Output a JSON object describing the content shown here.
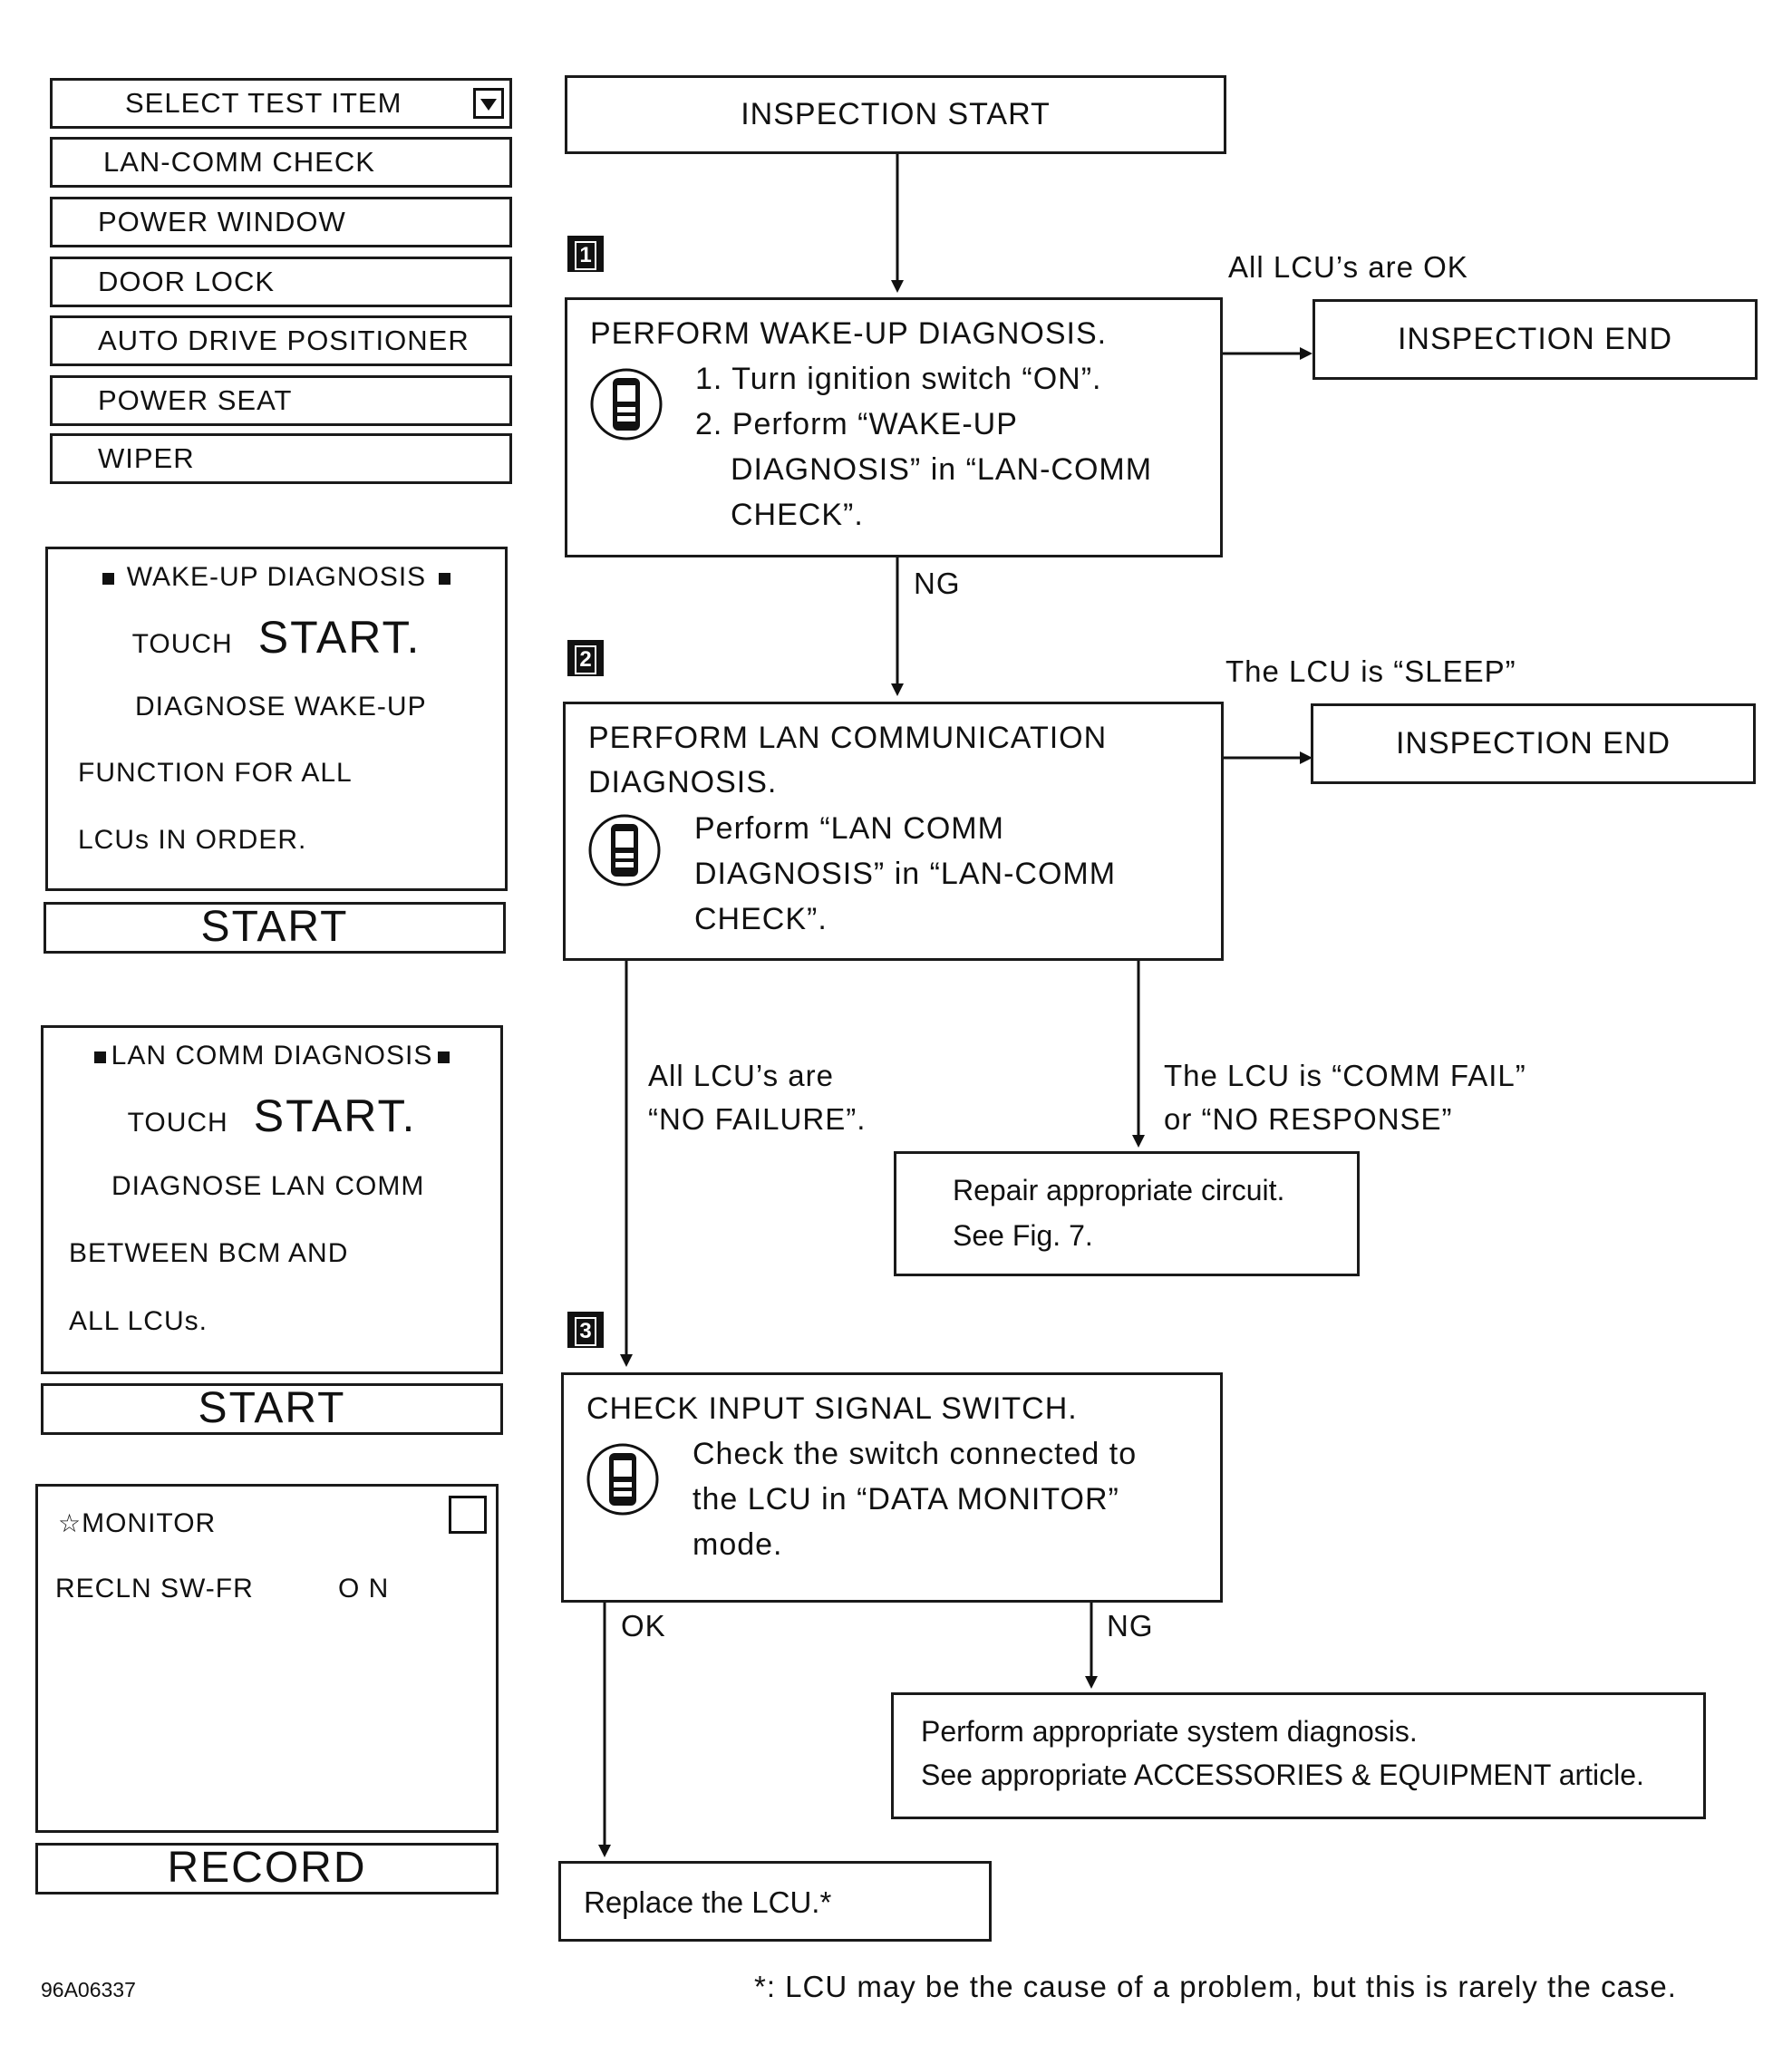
{
  "test_menu": {
    "header": "SELECT TEST ITEM",
    "items": [
      "LAN-COMM CHECK",
      "POWER WINDOW",
      "DOOR LOCK",
      "AUTO DRIVE POSITIONER",
      "POWER SEAT",
      "WIPER"
    ]
  },
  "wake_screen": {
    "title": "WAKE-UP DIAGNOSIS",
    "touch": "TOUCH",
    "start_word": "START.",
    "lines": [
      "DIAGNOSE WAKE-UP",
      "FUNCTION FOR ALL",
      "LCUs IN ORDER."
    ],
    "button": "START"
  },
  "lan_screen": {
    "title": "LAN COMM DIAGNOSIS",
    "touch": "TOUCH",
    "start_word": "START.",
    "lines": [
      "DIAGNOSE LAN COMM",
      "BETWEEN BCM AND",
      "ALL LCUs."
    ],
    "button": "START"
  },
  "monitor_screen": {
    "title": "MONITOR",
    "item": "RECLN SW-FR",
    "value": "O N",
    "button": "RECORD"
  },
  "flow": {
    "start": "INSPECTION START",
    "step1": {
      "num": "1",
      "title": "PERFORM WAKE-UP DIAGNOSIS.",
      "lines": [
        "1. Turn ignition switch “ON”.",
        "2. Perform “WAKE-UP",
        "DIAGNOSIS” in “LAN-COMM",
        "CHECK”."
      ]
    },
    "step1_ok_label": "All LCU’s are OK",
    "end1": "INSPECTION END",
    "step1_ng": "NG",
    "step2": {
      "num": "2",
      "title_lines": [
        "PERFORM LAN COMMUNICATION",
        "DIAGNOSIS."
      ],
      "lines": [
        "Perform “LAN COMM",
        "DIAGNOSIS” in “LAN-COMM",
        "CHECK”."
      ]
    },
    "step2_sleep_label": "The LCU is “SLEEP”",
    "end2": "INSPECTION END",
    "no_failure_label": [
      "All LCU’s are",
      "“NO FAILURE”."
    ],
    "comm_fail_label": [
      "The LCU is “COMM FAIL”",
      "or “NO RESPONSE”"
    ],
    "repair": [
      "Repair appropriate circuit.",
      "See Fig. 7."
    ],
    "step3": {
      "num": "3",
      "title": "CHECK INPUT SIGNAL SWITCH.",
      "lines": [
        "Check the switch connected to",
        "the LCU in “DATA MONITOR”",
        "mode."
      ]
    },
    "ok_label": "OK",
    "ng_label": "NG",
    "system_diag": [
      "Perform appropriate system diagnosis.",
      "See appropriate ACCESSORIES & EQUIPMENT article."
    ],
    "replace": "Replace the LCU.*"
  },
  "figure_id": "96A06337",
  "footnote": "*: LCU may be the cause of a problem, but this is rarely the case."
}
